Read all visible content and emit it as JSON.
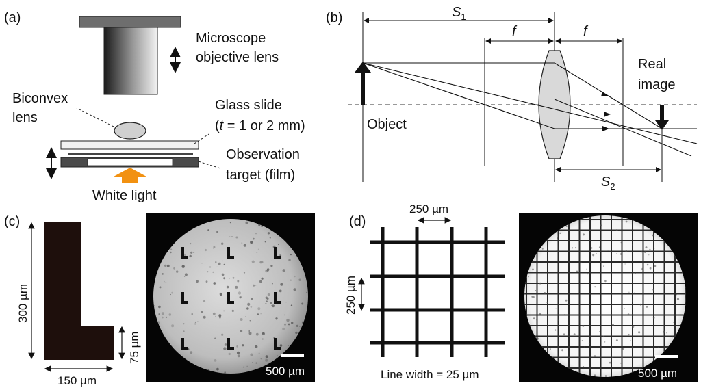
{
  "panel_a": {
    "label": "(a)",
    "objective_label_1": "Microscope",
    "objective_label_2": "objective lens",
    "biconvex_label_1": "Biconvex",
    "biconvex_label_2": "lens",
    "slide_label_1": "Glass slide",
    "slide_label_2_open": "(",
    "slide_label_2_t": "t",
    "slide_label_2_rest": " = 1 or 2 mm)",
    "target_label_1": "Observation",
    "target_label_2": "target (film)",
    "light_label": "White light",
    "light_color": "#f29111"
  },
  "panel_b": {
    "label": "(b)",
    "s1_main": "S",
    "s1_sub": "1",
    "s2_main": "S",
    "s2_sub": "2",
    "f_left": "f",
    "f_right": "f",
    "real_image_1": "Real",
    "real_image_2": "image",
    "object_label": "Object",
    "lens_fill": "#d9d9d9"
  },
  "panel_c": {
    "label": "(c)",
    "height_label": "300 µm",
    "width_label": "150 µm",
    "step_label": "75 µm",
    "scale_label": "500 µm",
    "shape_color": "#1e0f0c"
  },
  "panel_d": {
    "label": "(d)",
    "pitch_label": "250 µm",
    "vpitch_label": "250 µm",
    "line_width_label": "Line width = 25 µm",
    "scale_label": "500 µm"
  }
}
